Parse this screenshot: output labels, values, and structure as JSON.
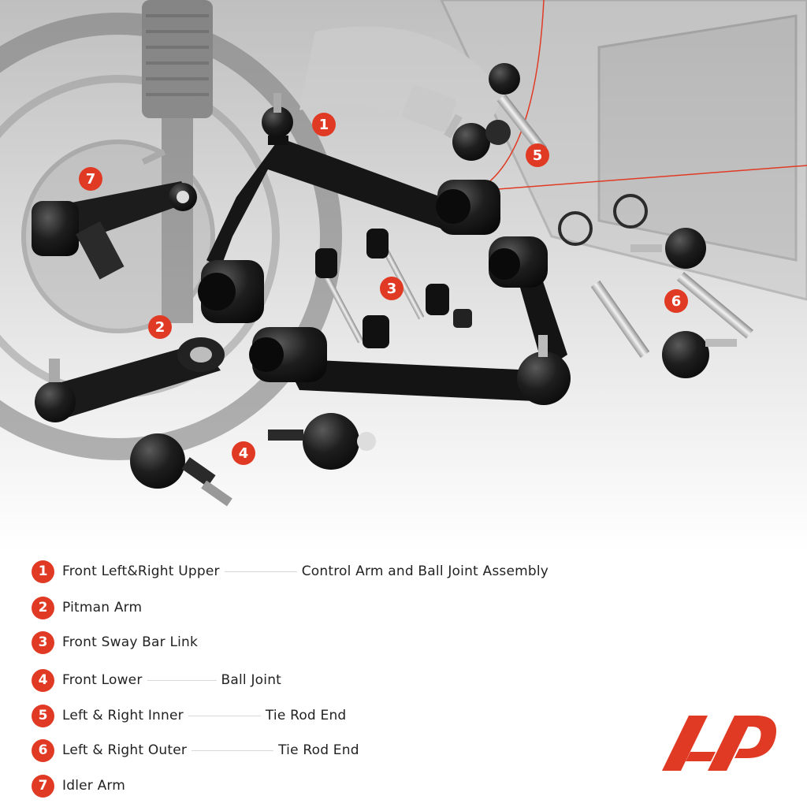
{
  "parts": [
    {
      "num": "1",
      "left": "Front Left&Right Upper",
      "right": "Control Arm and Ball Joint Assembly"
    },
    {
      "num": "2",
      "left": "Pitman Arm",
      "right": ""
    },
    {
      "num": "3",
      "left": "Front Sway Bar Link",
      "right": ""
    },
    {
      "num": "4",
      "left": "Front Lower",
      "right": "Ball Joint"
    },
    {
      "num": "5",
      "left": "Left & Right Inner",
      "right": "Tie Rod End"
    },
    {
      "num": "6",
      "left": "Left & Right Outer",
      "right": "Tie Rod End"
    },
    {
      "num": "7",
      "left": "Idler Arm",
      "right": ""
    }
  ],
  "callouts": [
    "1",
    "2",
    "3",
    "4",
    "5",
    "6",
    "7"
  ],
  "colors": {
    "accent": "#e13a24",
    "part": "#1b1b1b",
    "background_photo": "#d9d9d9"
  },
  "logo": {
    "name": "a-premium-logo-icon"
  }
}
